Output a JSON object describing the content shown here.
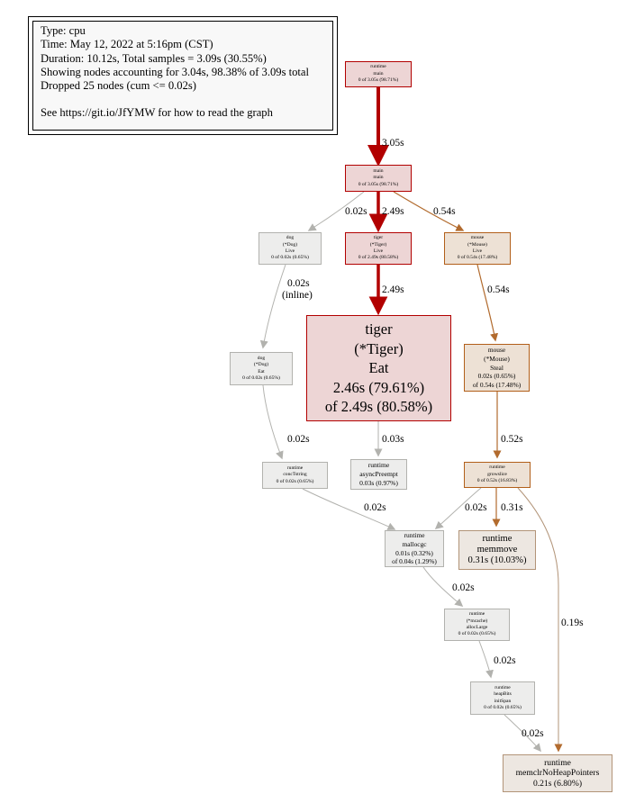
{
  "legend": {
    "type": "Type: cpu",
    "time": "Time: May 12, 2022 at 5:16pm (CST)",
    "duration": "Duration: 10.12s, Total samples = 3.09s (30.55%)",
    "showing": "Showing nodes accounting for 3.04s, 98.38% of 3.09s total",
    "dropped": "Dropped 25 nodes (cum <= 0.02s)",
    "help": "See https://git.io/JfYMW for how to read the graph"
  },
  "colors": {
    "hot_fill": "#edd5d5",
    "hot_stroke": "#b20000",
    "hot_edge": "#b20000",
    "warm_fill": "#ede1d5",
    "warm_stroke": "#b25f1a",
    "warm_edge": "#b26b2e",
    "mild_fill": "#ede7e1",
    "mild_stroke": "#b29478",
    "cold_fill": "#ededec",
    "cold_stroke": "#b2b2ae",
    "cold_edge": "#b2b2ae"
  },
  "nodes": [
    {
      "id": "rt_main",
      "pkg": "runtime",
      "func": "main",
      "stats": "0 of 3.05s (98.71%)"
    },
    {
      "id": "main_main",
      "pkg": "main",
      "func": "main",
      "stats": "0 of 3.05s (98.71%)"
    },
    {
      "id": "dog_live",
      "pkg": "dog",
      "recv": "(*Dog)",
      "func": "Live",
      "stats": "0 of 0.02s (0.65%)"
    },
    {
      "id": "tiger_live",
      "pkg": "tiger",
      "recv": "(*Tiger)",
      "func": "Live",
      "stats": "0 of 2.49s (80.58%)"
    },
    {
      "id": "mouse_live",
      "pkg": "mouse",
      "recv": "(*Mouse)",
      "func": "Live",
      "stats": "0 of 0.54s (17.48%)"
    },
    {
      "id": "tiger_eat",
      "pkg": "tiger",
      "recv": "(*Tiger)",
      "func": "Eat",
      "flat": "2.46s (79.61%)",
      "stats": "of 2.49s (80.58%)"
    },
    {
      "id": "dog_eat",
      "pkg": "dog",
      "recv": "(*Dog)",
      "func": "Eat",
      "stats": "0 of 0.02s (0.65%)"
    },
    {
      "id": "mouse_steal",
      "pkg": "mouse",
      "recv": "(*Mouse)",
      "func": "Steal",
      "flat": "0.02s (0.65%)",
      "stats": "of 0.54s (17.48%)"
    },
    {
      "id": "rt_concat",
      "pkg": "runtime",
      "func": "concTstring",
      "stats": "0 of 0.02s (0.65%)"
    },
    {
      "id": "rt_async",
      "pkg": "runtime",
      "func": "asyncPreempt",
      "stats": "0.03s (0.97%)"
    },
    {
      "id": "rt_growslice",
      "pkg": "runtime",
      "func": "growslice",
      "stats": "0 of 0.52s (16.83%)"
    },
    {
      "id": "rt_mallocgc",
      "pkg": "runtime",
      "func": "mallocgc",
      "flat": "0.01s (0.32%)",
      "stats": "of 0.04s (1.29%)"
    },
    {
      "id": "rt_memmove",
      "pkg": "runtime",
      "func": "memmove",
      "stats": "0.31s (10.03%)"
    },
    {
      "id": "rt_alloclarge",
      "pkg": "runtime",
      "recv": "(*mcache)",
      "func": "allocLarge",
      "stats": "0 of 0.02s (0.65%)"
    },
    {
      "id": "rt_initspan",
      "pkg": "runtime",
      "recv": "heapBits",
      "func": "initSpan",
      "stats": "0 of 0.02s (0.65%)"
    },
    {
      "id": "rt_memclr",
      "pkg": "runtime",
      "func": "memclrNoHeapPointers",
      "stats": "0.21s (6.80%)"
    }
  ],
  "edges": [
    {
      "from": "rt_main",
      "to": "main_main",
      "label": "3.05s"
    },
    {
      "from": "main_main",
      "to": "dog_live",
      "label": "0.02s"
    },
    {
      "from": "main_main",
      "to": "tiger_live",
      "label": "2.49s"
    },
    {
      "from": "main_main",
      "to": "mouse_live",
      "label": "0.54s"
    },
    {
      "from": "dog_live",
      "to": "dog_eat",
      "label": "0.02s",
      "sublabel": "(inline)"
    },
    {
      "from": "tiger_live",
      "to": "tiger_eat",
      "label": "2.49s"
    },
    {
      "from": "mouse_live",
      "to": "mouse_steal",
      "label": "0.54s"
    },
    {
      "from": "dog_eat",
      "to": "rt_concat",
      "label": "0.02s"
    },
    {
      "from": "tiger_eat",
      "to": "rt_async",
      "label": "0.03s"
    },
    {
      "from": "mouse_steal",
      "to": "rt_growslice",
      "label": "0.52s"
    },
    {
      "from": "rt_concat",
      "to": "rt_mallocgc",
      "label": "0.02s"
    },
    {
      "from": "rt_growslice",
      "to": "rt_mallocgc",
      "label": "0.02s"
    },
    {
      "from": "rt_growslice",
      "to": "rt_memmove",
      "label": "0.31s"
    },
    {
      "from": "rt_growslice",
      "to": "rt_memclr",
      "label": "0.19s"
    },
    {
      "from": "rt_mallocgc",
      "to": "rt_alloclarge",
      "label": "0.02s"
    },
    {
      "from": "rt_alloclarge",
      "to": "rt_initspan",
      "label": "0.02s"
    },
    {
      "from": "rt_initspan",
      "to": "rt_memclr",
      "label": "0.02s"
    }
  ]
}
